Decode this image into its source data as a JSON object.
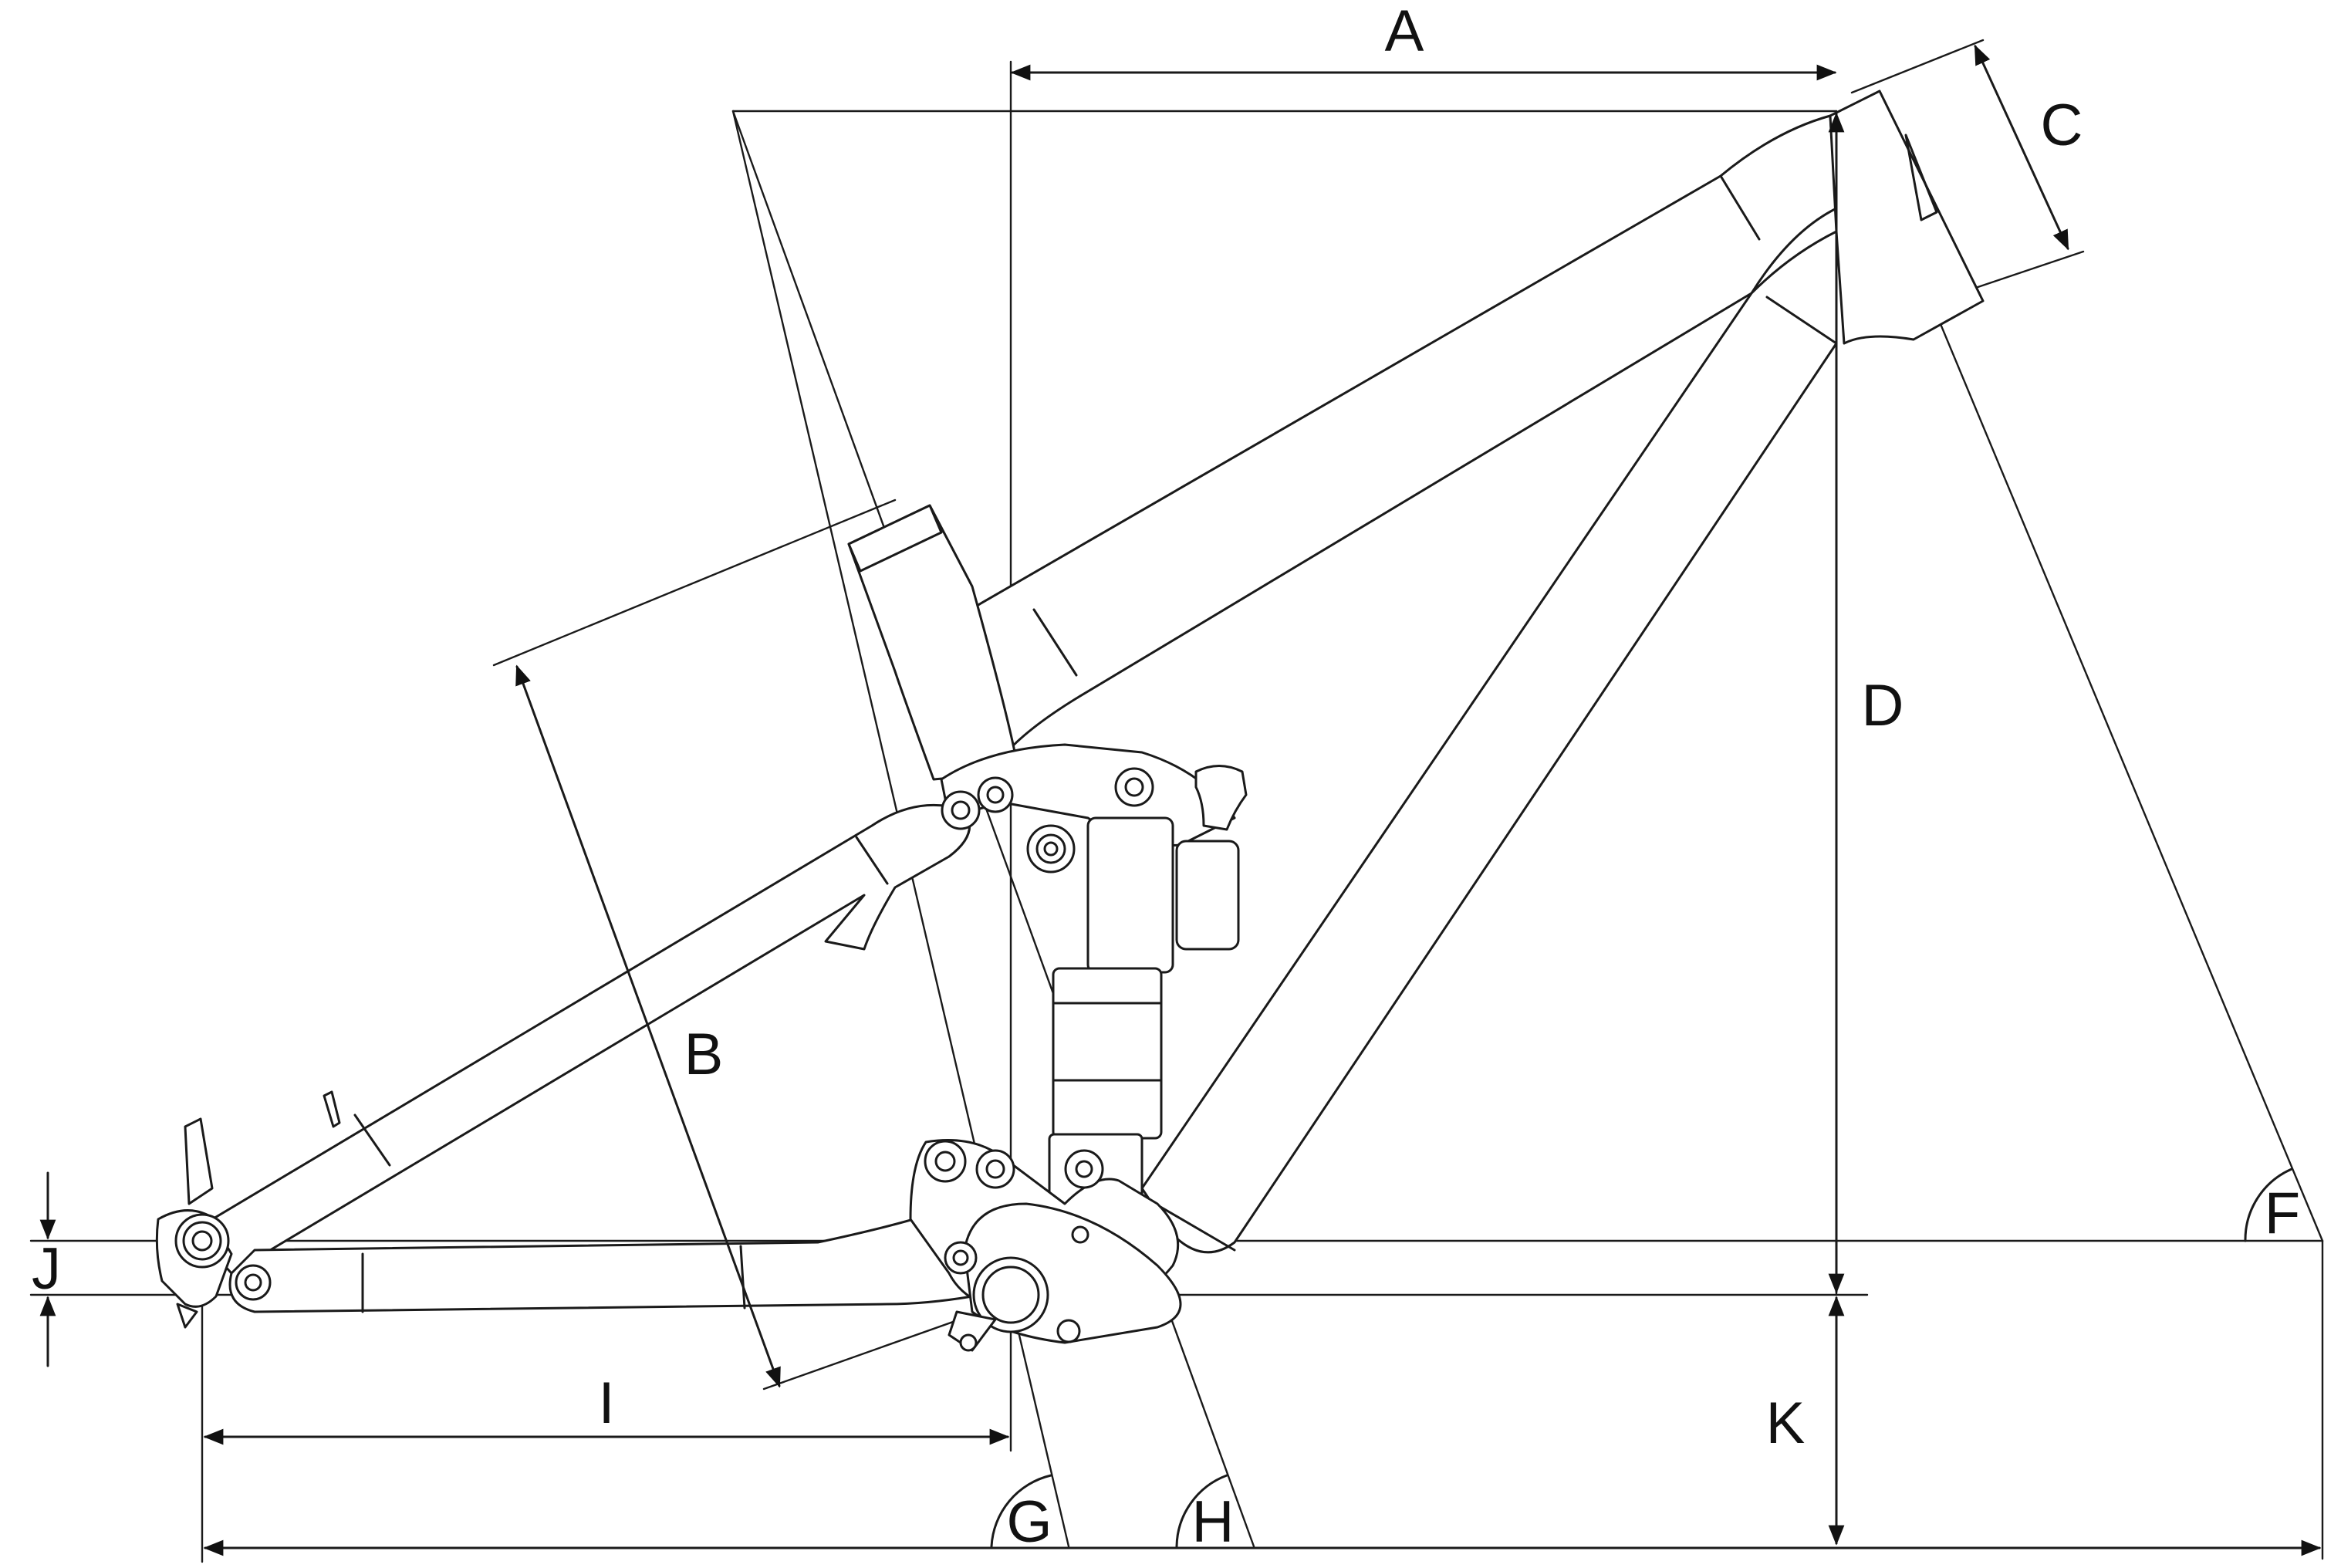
{
  "labels": {
    "a": "A",
    "b": "B",
    "c": "C",
    "d": "D",
    "f": "F",
    "g": "G",
    "h": "H",
    "i": "I",
    "j": "J",
    "k": "K"
  },
  "colors": {
    "line": "#1a1a1a",
    "background": "#ffffff"
  }
}
